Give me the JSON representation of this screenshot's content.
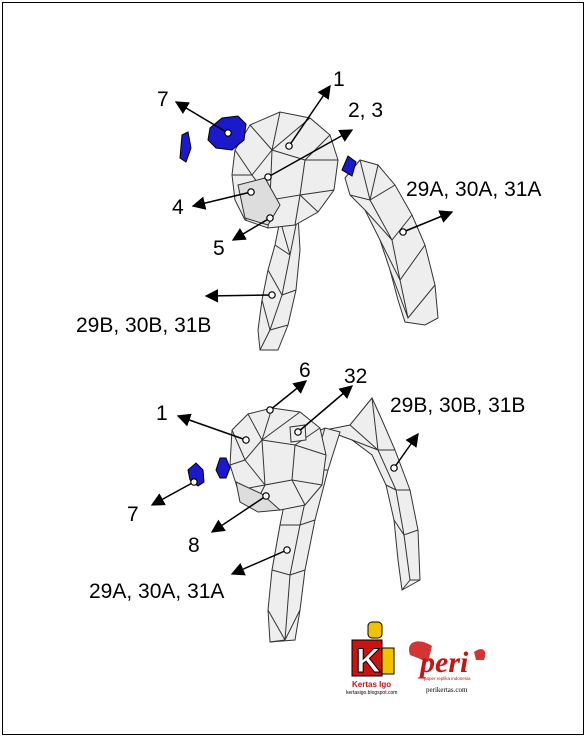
{
  "colors": {
    "part_fill": "#eeeeee",
    "accent_part": "#1a1acc",
    "logo_red": "#cc1111",
    "logo_yellow": "#f2c200"
  },
  "top_view": {
    "labels": {
      "l1": "1",
      "l23": "2, 3",
      "l7": "7",
      "l4": "4",
      "l5": "5",
      "l29a": "29A, 30A, 31A",
      "l29b": "29B, 30B, 31B"
    }
  },
  "bottom_view": {
    "labels": {
      "l6": "6",
      "l32": "32",
      "l1": "1",
      "l29b": "29B, 30B, 31B",
      "l7": "7",
      "l8": "8",
      "l29a": "29A, 30A, 31A"
    }
  },
  "logos": {
    "kertas_big": "K",
    "kertas_name": "Kertas Igo",
    "kertas_url": "kertasigo.blogspot.com",
    "peri_name": "peri",
    "peri_tagline": "paper replika indonesia",
    "peri_url": "perikertas.com"
  }
}
